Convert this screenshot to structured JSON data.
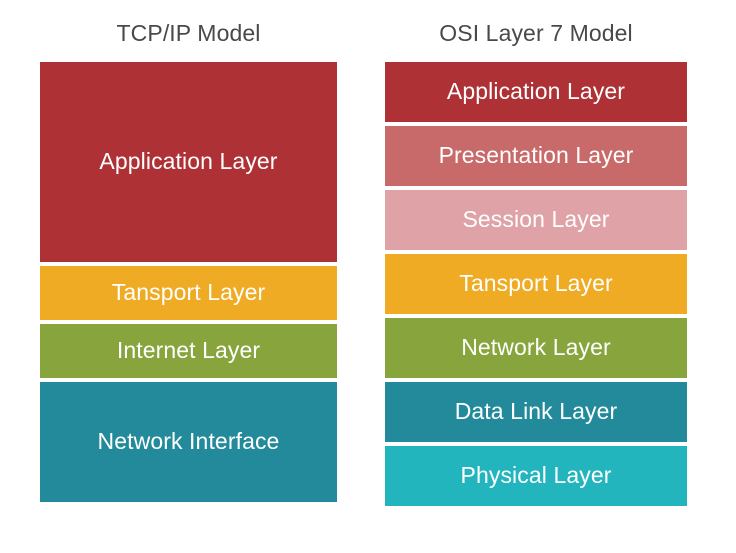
{
  "diagram": {
    "title_color": "#494949",
    "background": "#ffffff",
    "label_color": "#ffffff"
  },
  "palette": {
    "red_dark": "#AE3135",
    "red_medium": "#C96A6A",
    "pink_light": "#DFA2A6",
    "amber": "#EFAB24",
    "green_olive": "#87A53C",
    "teal_dark": "#228A9B",
    "cyan_light": "#22B5BE"
  },
  "columns": [
    {
      "id": "tcpip",
      "title": "TCP/IP Model",
      "layers": [
        {
          "label": "Application Layer",
          "color": "#AE3135",
          "size": "large"
        },
        {
          "label": "Tansport Layer",
          "color": "#EFAB24",
          "size": "standard"
        },
        {
          "label": "Internet Layer",
          "color": "#87A53C",
          "size": "standard"
        },
        {
          "label": "Network Interface",
          "color": "#228A9B",
          "size": "medium"
        }
      ]
    },
    {
      "id": "osi",
      "title": "OSI Layer 7 Model",
      "layers": [
        {
          "label": "Application Layer",
          "color": "#AE3135",
          "size": "standard"
        },
        {
          "label": "Presentation Layer",
          "color": "#C96A6A",
          "size": "standard"
        },
        {
          "label": "Session Layer",
          "color": "#DFA2A6",
          "size": "standard"
        },
        {
          "label": "Tansport Layer",
          "color": "#EFAB24",
          "size": "standard"
        },
        {
          "label": "Network Layer",
          "color": "#87A53C",
          "size": "standard"
        },
        {
          "label": "Data Link Layer",
          "color": "#228A9B",
          "size": "standard"
        },
        {
          "label": "Physical Layer",
          "color": "#22B5BE",
          "size": "standard"
        }
      ]
    }
  ]
}
